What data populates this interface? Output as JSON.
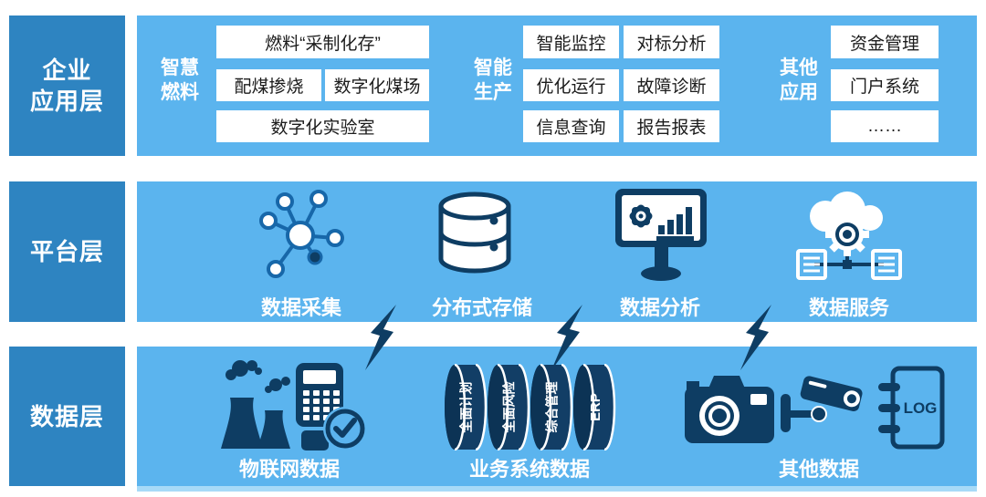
{
  "colors": {
    "rail_blue": "#2E84C1",
    "panel_blue": "#5BB4EE",
    "icon_navy": "#0E3D63",
    "line_blue": "#1767A9",
    "bottom_strip": "#A7DAF7",
    "box_text": "#1c1c1c"
  },
  "app_layer": {
    "rail_line1": "企业",
    "rail_line2": "应用层",
    "groups": [
      {
        "label_line1": "智慧",
        "label_line2": "燃料",
        "boxes": [
          "燃料“采制化存”",
          "配煤掺烧",
          "数字化煤场",
          "数字化实验室"
        ]
      },
      {
        "label_line1": "智能",
        "label_line2": "生产",
        "boxes": [
          "智能监控",
          "对标分析",
          "优化运行",
          "故障诊断",
          "信息查询",
          "报告报表"
        ]
      },
      {
        "label_line1": "其他",
        "label_line2": "应用",
        "boxes": [
          "资金管理",
          "门户系统",
          "……"
        ]
      }
    ]
  },
  "platform_layer": {
    "rail_label": "平台层",
    "items": [
      {
        "icon": "network-nodes-icon",
        "label": "数据采集"
      },
      {
        "icon": "database-icon",
        "label": "分布式存储"
      },
      {
        "icon": "monitor-analytics-icon",
        "label": "数据分析"
      },
      {
        "icon": "cloud-gear-servers-icon",
        "label": "数据服务"
      }
    ]
  },
  "data_layer": {
    "rail_label": "数据层",
    "items": [
      {
        "icons": [
          "power-plant-icon",
          "pos-device-check-icon"
        ],
        "label": "物联网数据"
      },
      {
        "icons": [
          "system-cylinders-icon"
        ],
        "label": "业务系统数据",
        "cylinders": [
          "全面计划",
          "全面风险",
          "综合管理",
          "ERP"
        ]
      },
      {
        "icons": [
          "camera-icon",
          "cctv-camera-icon",
          "log-book-icon"
        ],
        "label": "其他数据"
      }
    ],
    "log_text": "LOG"
  },
  "connectors": {
    "icon": "lightning-bolt-icon",
    "count": 3
  }
}
